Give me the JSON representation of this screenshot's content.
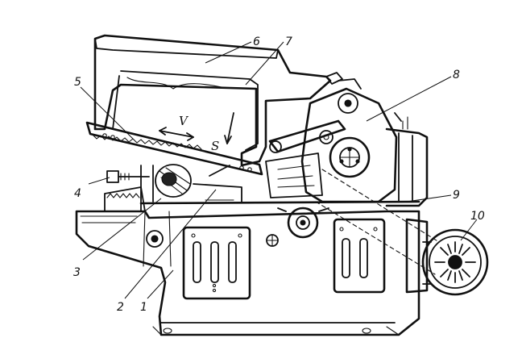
{
  "callouts": [
    {
      "id": "1",
      "text": "1"
    },
    {
      "id": "2",
      "text": "2"
    },
    {
      "id": "3",
      "text": "3"
    },
    {
      "id": "4",
      "text": "4"
    },
    {
      "id": "5",
      "text": "5"
    },
    {
      "id": "6",
      "text": "6"
    },
    {
      "id": "7",
      "text": "7"
    },
    {
      "id": "8",
      "text": "8"
    },
    {
      "id": "9",
      "text": "9"
    },
    {
      "id": "10",
      "text": "10"
    }
  ],
  "motion_labels": {
    "cutting_speed": "V",
    "feed": "S"
  }
}
